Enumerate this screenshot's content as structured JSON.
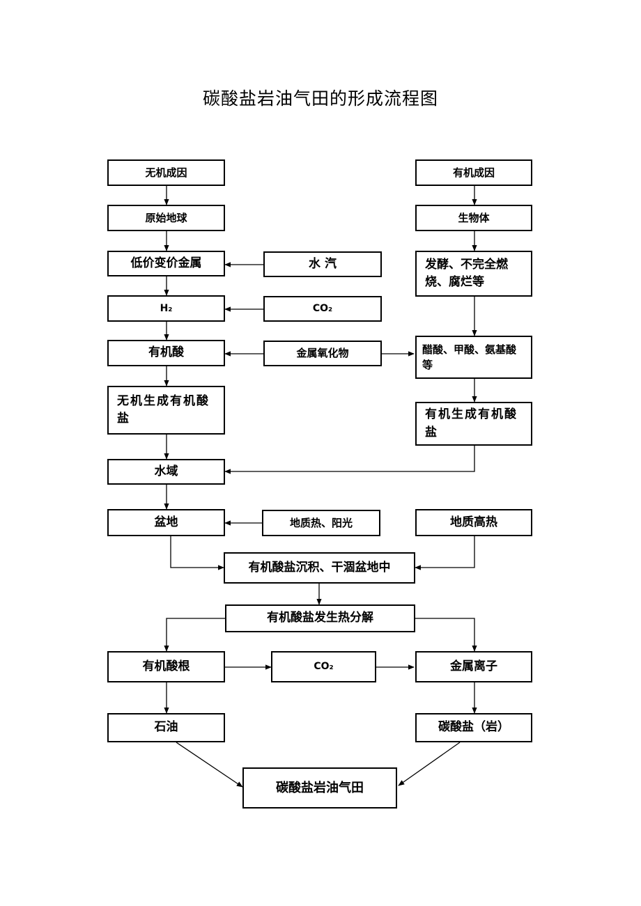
{
  "title": "碳酸盐岩油气田的形成流程图",
  "nodes": {
    "inorganic_cause": "无机成因",
    "primitive_earth": "原始地球",
    "low_valence_metal": "低价变价金属",
    "water_vapor": "水 汽",
    "h2": "H₂",
    "co2_top": "CO₂",
    "organic_acid": "有机酸",
    "metal_oxide": "金属氧化物",
    "inorganic_organic_salt": "无机生成有机酸盐",
    "organic_cause": "有机成因",
    "organism": "生物体",
    "fermentation": "发酵、不完全燃烧、腐烂等",
    "acids": "醋酸、甲酸、氨基酸等",
    "organic_organic_salt": "有机生成有机酸盐",
    "water_area": "水域",
    "basin": "盆地",
    "heat_sun": "地质热、阳光",
    "geo_high_heat": "地质高热",
    "deposition": "有机酸盐沉积、干涸盆地中",
    "decomposition": "有机酸盐发生热分解",
    "organic_acid_root": "有机酸根",
    "co2_bottom": "CO₂",
    "metal_ion": "金属离子",
    "petroleum": "石油",
    "carbonate": "碳酸盐（岩）",
    "oilfield": "碳酸盐岩油气田"
  }
}
